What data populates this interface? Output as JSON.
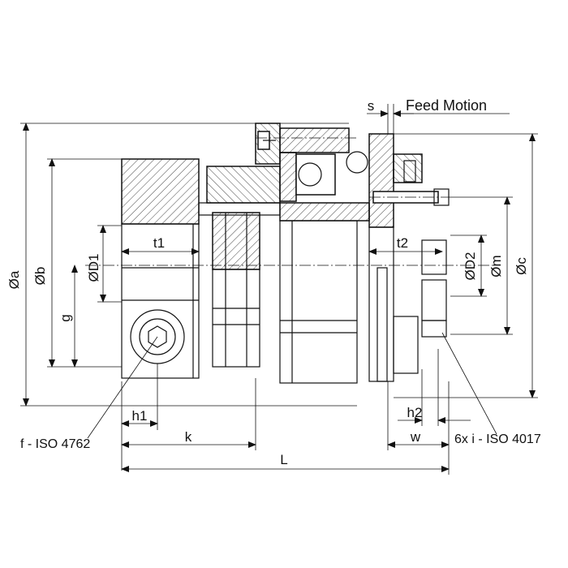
{
  "labels": {
    "phi_a": "Øa",
    "phi_b": "Øb",
    "phi_c": "Øc",
    "phi_m": "Øm",
    "phi_D1": "ØD1",
    "phi_D2": "ØD2",
    "g": "g",
    "t1": "t1",
    "t2": "t2",
    "h1": "h1",
    "h2": "h2",
    "k": "k",
    "w": "w",
    "L": "L",
    "s": "s"
  },
  "notes": {
    "feed_motion": "Feed Motion",
    "screw_f": "f - ISO 4762",
    "screw_i": "6x i - ISO 4017"
  }
}
